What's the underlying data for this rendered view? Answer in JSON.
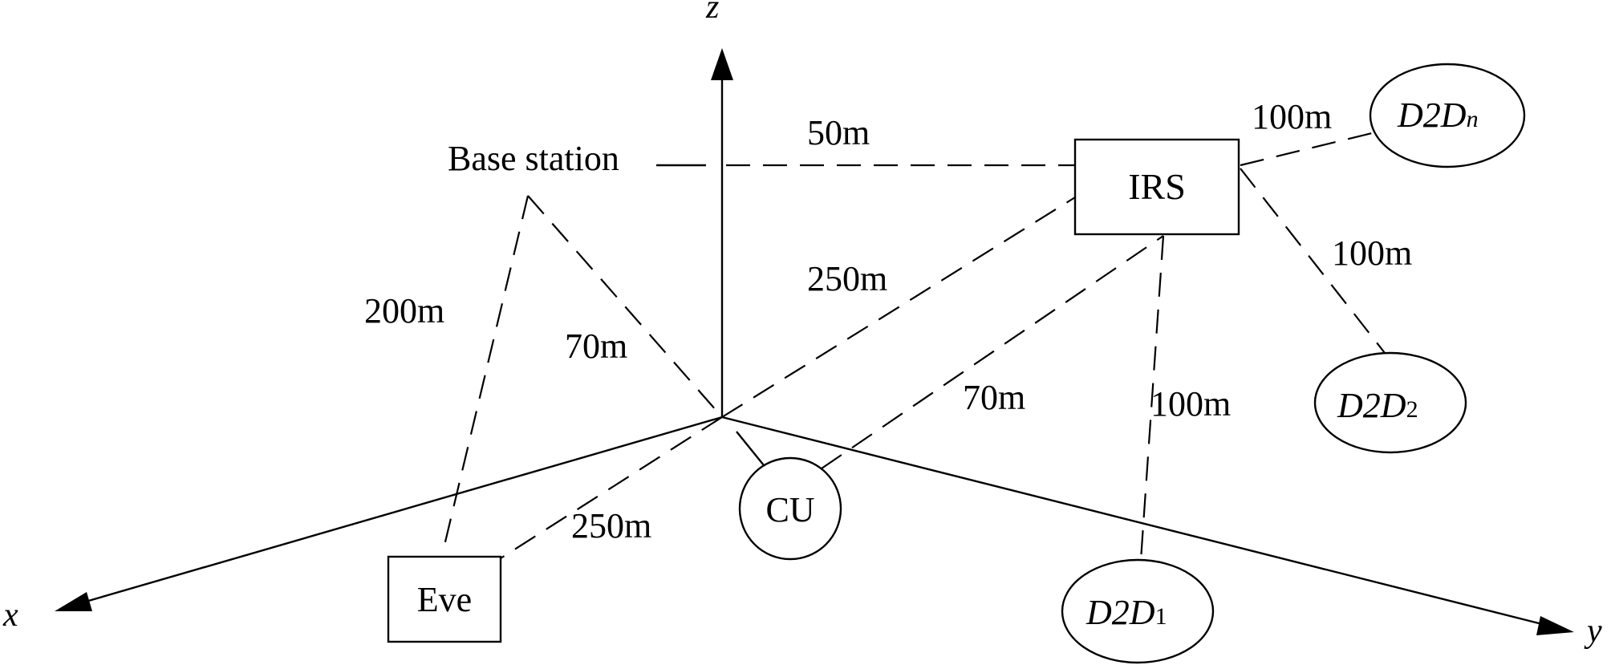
{
  "axes": {
    "x": "x",
    "y": "y",
    "z": "z"
  },
  "nodes": {
    "base_station": "Base station",
    "irs": "IRS",
    "eve": "Eve",
    "cu": "CU",
    "d2d1": {
      "main": "D2D",
      "sub": "1"
    },
    "d2d2": {
      "main": "D2D",
      "sub": "2"
    },
    "d2dn": {
      "main": "D2D",
      "sub": "n"
    }
  },
  "distances": {
    "bs_irs": "50m",
    "bs_eve": "200m",
    "bs_origin": "70m",
    "origin_irs": "250m",
    "cu_irs": "70m",
    "irs_d2d1": "100m",
    "irs_d2d2": "100m",
    "irs_d2dn": "100m",
    "origin_eve": "250m"
  },
  "colors": {
    "stroke": "#000000",
    "background": "#ffffff"
  }
}
